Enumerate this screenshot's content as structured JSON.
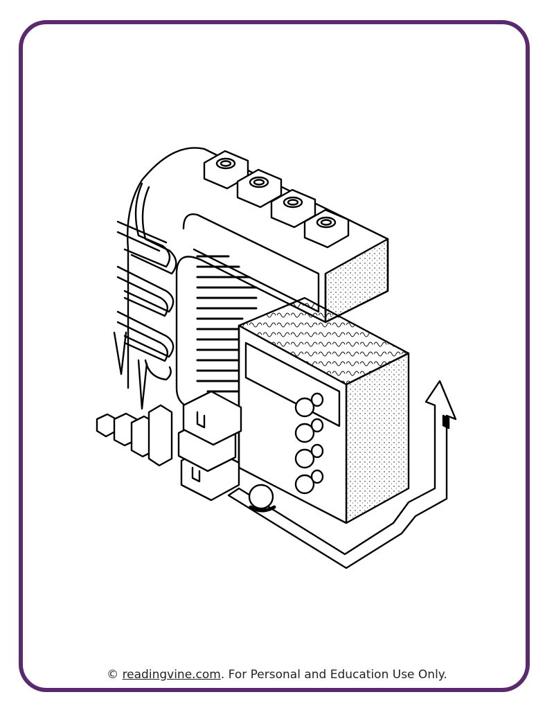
{
  "footer": {
    "copyright_symbol": "©",
    "site_link": "readingvine.com",
    "notice": ". For Personal and Education Use Only."
  },
  "colors": {
    "frame_border": "#5b2a6e",
    "ink": "#000000",
    "paper": "#ffffff"
  },
  "illustration": {
    "subject": "isometric-letter-s-machine-coloring-page"
  }
}
